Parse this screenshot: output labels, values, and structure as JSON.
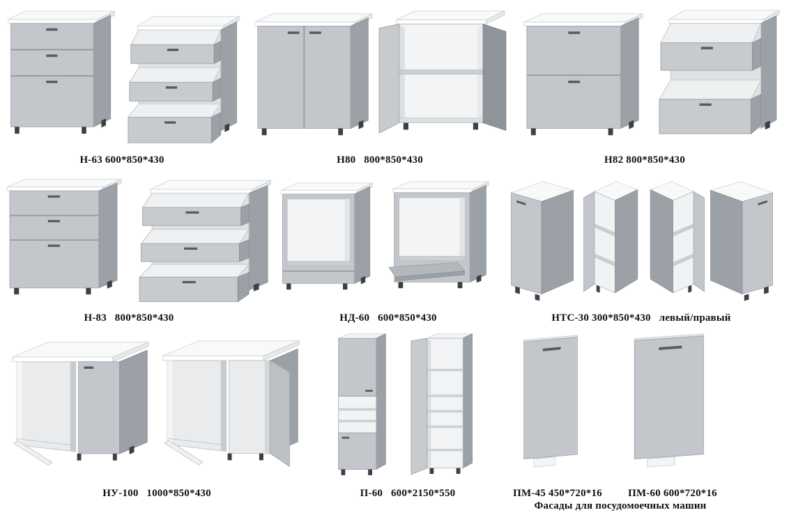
{
  "page": {
    "background_color": "#ffffff"
  },
  "palette": {
    "cabinet_front": "#c3c7cb",
    "cabinet_side": "#9ba1a6",
    "countertop_white": "#f8f9f9",
    "interior_white": "#f3f4f5",
    "handle_dark": "#565b60",
    "feet_dark": "#3d4043",
    "label_text": "#101010"
  },
  "labels": {
    "n63": "Н-63 600*850*430",
    "n80": "Н80   800*850*430",
    "n82": "Н82 800*850*430",
    "n83": "Н-83   800*850*430",
    "nd60": "НД-60   600*850*430",
    "nts30": "НТС-30 300*850*430   левый/правый",
    "nu100": "НУ-100   1000*850*430",
    "p60": "П-60   600*2150*550",
    "pm45": "ПМ-45 450*720*16",
    "pm60": "ПМ-60 600*720*16"
  },
  "caption": "Фасады для посудомоечных машин"
}
